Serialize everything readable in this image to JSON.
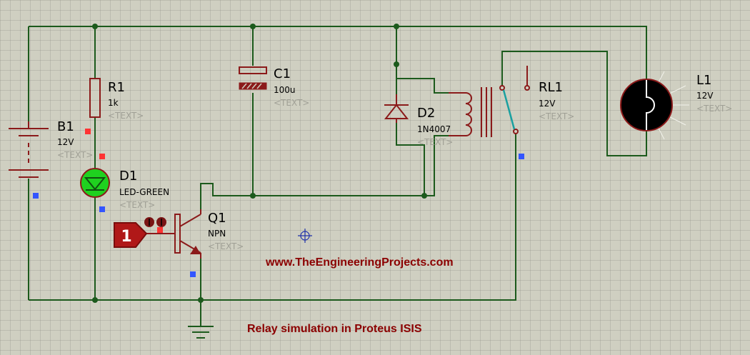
{
  "components": {
    "B1": {
      "ref": "B1",
      "value": "12V",
      "text": "<TEXT>"
    },
    "R1": {
      "ref": "R1",
      "value": "1k",
      "text": "<TEXT>"
    },
    "C1": {
      "ref": "C1",
      "value": "100u",
      "text": "<TEXT>"
    },
    "D1": {
      "ref": "D1",
      "value": "LED-GREEN",
      "text": "<TEXT>"
    },
    "D2": {
      "ref": "D2",
      "value": "1N4007",
      "text": "<TEXT>"
    },
    "Q1": {
      "ref": "Q1",
      "value": "NPN",
      "text": "<TEXT>"
    },
    "RL1": {
      "ref": "RL1",
      "value": "12V",
      "text": "<TEXT>"
    },
    "L1": {
      "ref": "L1",
      "value": "12V",
      "text": "<TEXT>"
    }
  },
  "logic_input": {
    "value": "1"
  },
  "website": "www.TheEngineeringProjects.com",
  "caption": "Relay simulation in Proteus ISIS",
  "colors": {
    "wire": "#1c5a1c",
    "component": "#8b1a1a",
    "led_on": "#1fd11f",
    "lamp": "#000000",
    "switch": "#1aa0a0",
    "probe_high": "#ff3333",
    "probe_low": "#3355ff"
  }
}
